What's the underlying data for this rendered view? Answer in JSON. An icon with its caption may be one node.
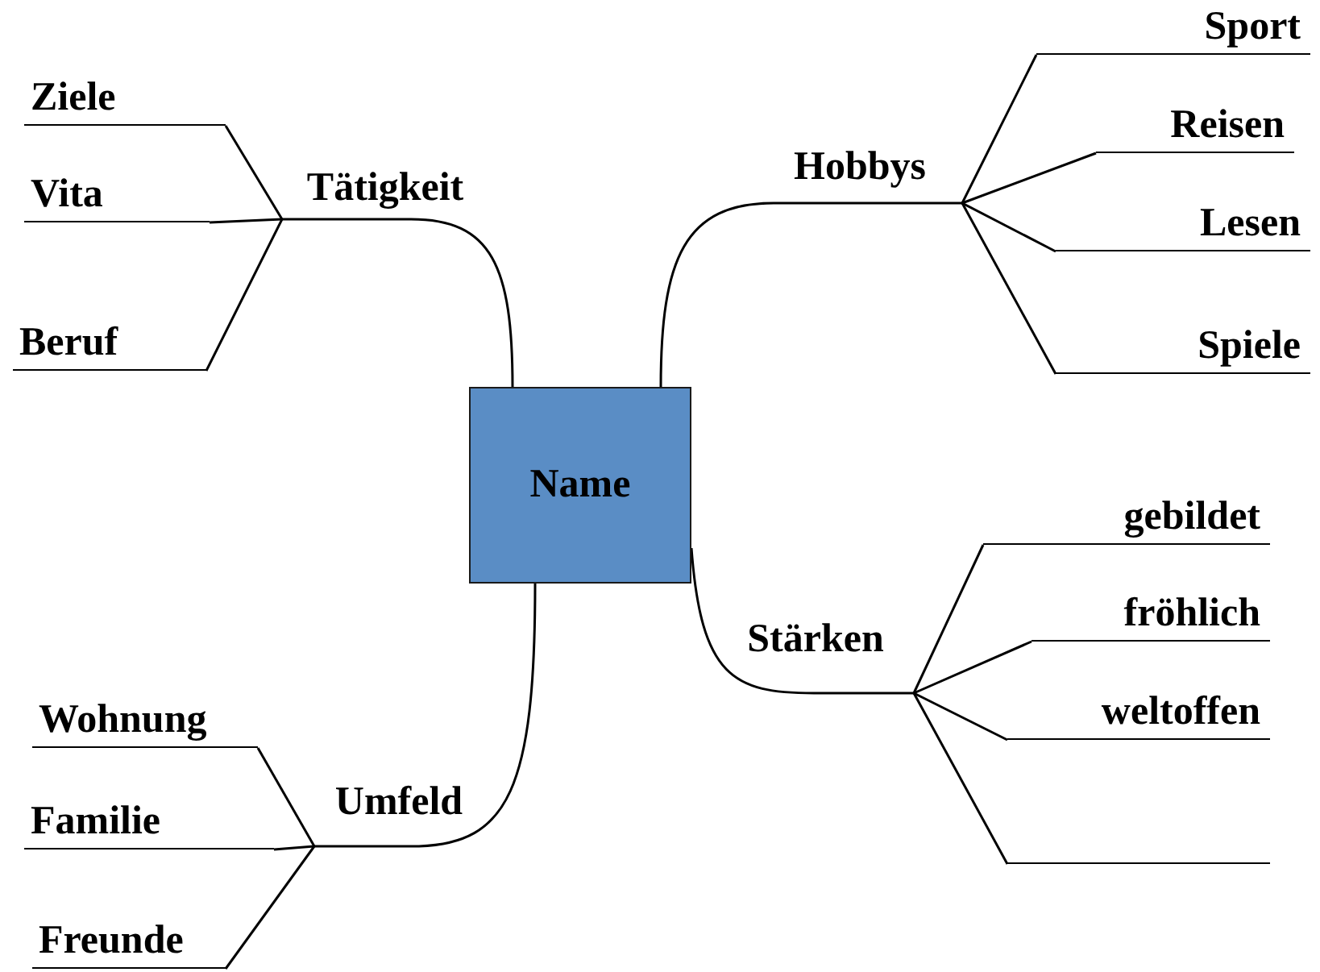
{
  "diagram": {
    "nodes": [
      {
        "text": [
          "Name"
        ]
      },
      {
        "text": [
          "Tätigkeit"
        ]
      },
      {
        "text": [
          "Ziele"
        ]
      },
      {
        "text": [
          "Vita"
        ]
      },
      {
        "text": [
          "Beruf"
        ]
      },
      {
        "text": [
          "Hobbys"
        ]
      },
      {
        "text": [
          "Sport"
        ]
      },
      {
        "text": [
          "Reisen"
        ]
      },
      {
        "text": [
          "Lesen"
        ]
      },
      {
        "text": [
          "Spiele"
        ]
      },
      {
        "text": [
          "Stärken"
        ]
      },
      {
        "text": [
          "gebildet"
        ]
      },
      {
        "text": [
          "fröhlich"
        ]
      },
      {
        "text": [
          "weltoffen"
        ]
      },
      {
        "text": [],
        "shape": "line"
      },
      {
        "text": [
          "Umfeld"
        ]
      },
      {
        "text": [
          "Wohnung"
        ]
      },
      {
        "text": [
          "Familie"
        ]
      },
      {
        "text": [
          "Freunde"
        ]
      }
    ],
    "edges": [
      {
        "from": 0,
        "to": 1,
        "arrow": "none"
      },
      {
        "from": 1,
        "to": 2,
        "arrow": "none"
      },
      {
        "from": 1,
        "to": 3,
        "arrow": "none"
      },
      {
        "from": 1,
        "to": 4,
        "arrow": "none"
      },
      {
        "from": 0,
        "to": 5,
        "arrow": "none"
      },
      {
        "from": 5,
        "to": 6,
        "arrow": "none"
      },
      {
        "from": 5,
        "to": 7,
        "arrow": "none"
      },
      {
        "from": 5,
        "to": 8,
        "arrow": "none"
      },
      {
        "from": 5,
        "to": 9,
        "arrow": "none"
      },
      {
        "from": 0,
        "to": 10,
        "arrow": "none"
      },
      {
        "from": 10,
        "to": 11,
        "arrow": "none"
      },
      {
        "from": 10,
        "to": 12,
        "arrow": "none"
      },
      {
        "from": 10,
        "to": 13,
        "arrow": "none"
      },
      {
        "from": 10,
        "to": 14,
        "arrow": "none"
      },
      {
        "from": 0,
        "to": 15,
        "arrow": "none"
      },
      {
        "from": 15,
        "to": 16,
        "arrow": "none"
      },
      {
        "from": 15,
        "to": 17,
        "arrow": "none"
      },
      {
        "from": 15,
        "to": 18,
        "arrow": "none"
      }
    ]
  }
}
